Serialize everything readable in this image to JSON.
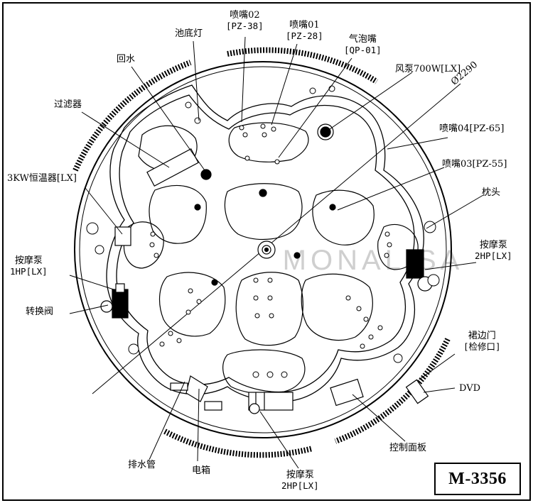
{
  "model": "M-3356",
  "watermark": "MONALISA",
  "colors": {
    "line": "#000000",
    "background": "#ffffff",
    "watermark": "#cfcfcf"
  },
  "labels": {
    "nozzle02": {
      "name": "喷嘴02",
      "code": "[PZ-38]"
    },
    "nozzle01": {
      "name": "喷嘴01",
      "code": "[PZ-28]"
    },
    "pool_light": "池底灯",
    "air_nozzle": {
      "name": "气泡嘴",
      "code": "[QP-01]"
    },
    "return_water": "回水",
    "air_pump": "风泵700W[LX]",
    "diameter": "Ø2290",
    "filter": "过滤器",
    "nozzle04": "喷嘴04[PZ-65]",
    "nozzle03": "喷嘴03[PZ-55]",
    "heater": "3KW恒温器[LX]",
    "pillow": "枕头",
    "massage_pump_right": {
      "name": "按摩泵",
      "spec": "2HP[LX]"
    },
    "massage_pump_left": {
      "name": "按摩泵",
      "spec": "1HP[LX]"
    },
    "diverter_valve": "转换阀",
    "skirt_door": {
      "name": "裙边门",
      "note": "[检修口]"
    },
    "dvd": "DVD",
    "drain_pipe": "排水管",
    "control_panel": "控制面板",
    "electric_box": "电箱",
    "massage_pump_bottom": {
      "name": "按摩泵",
      "spec": "2HP[LX]"
    }
  }
}
